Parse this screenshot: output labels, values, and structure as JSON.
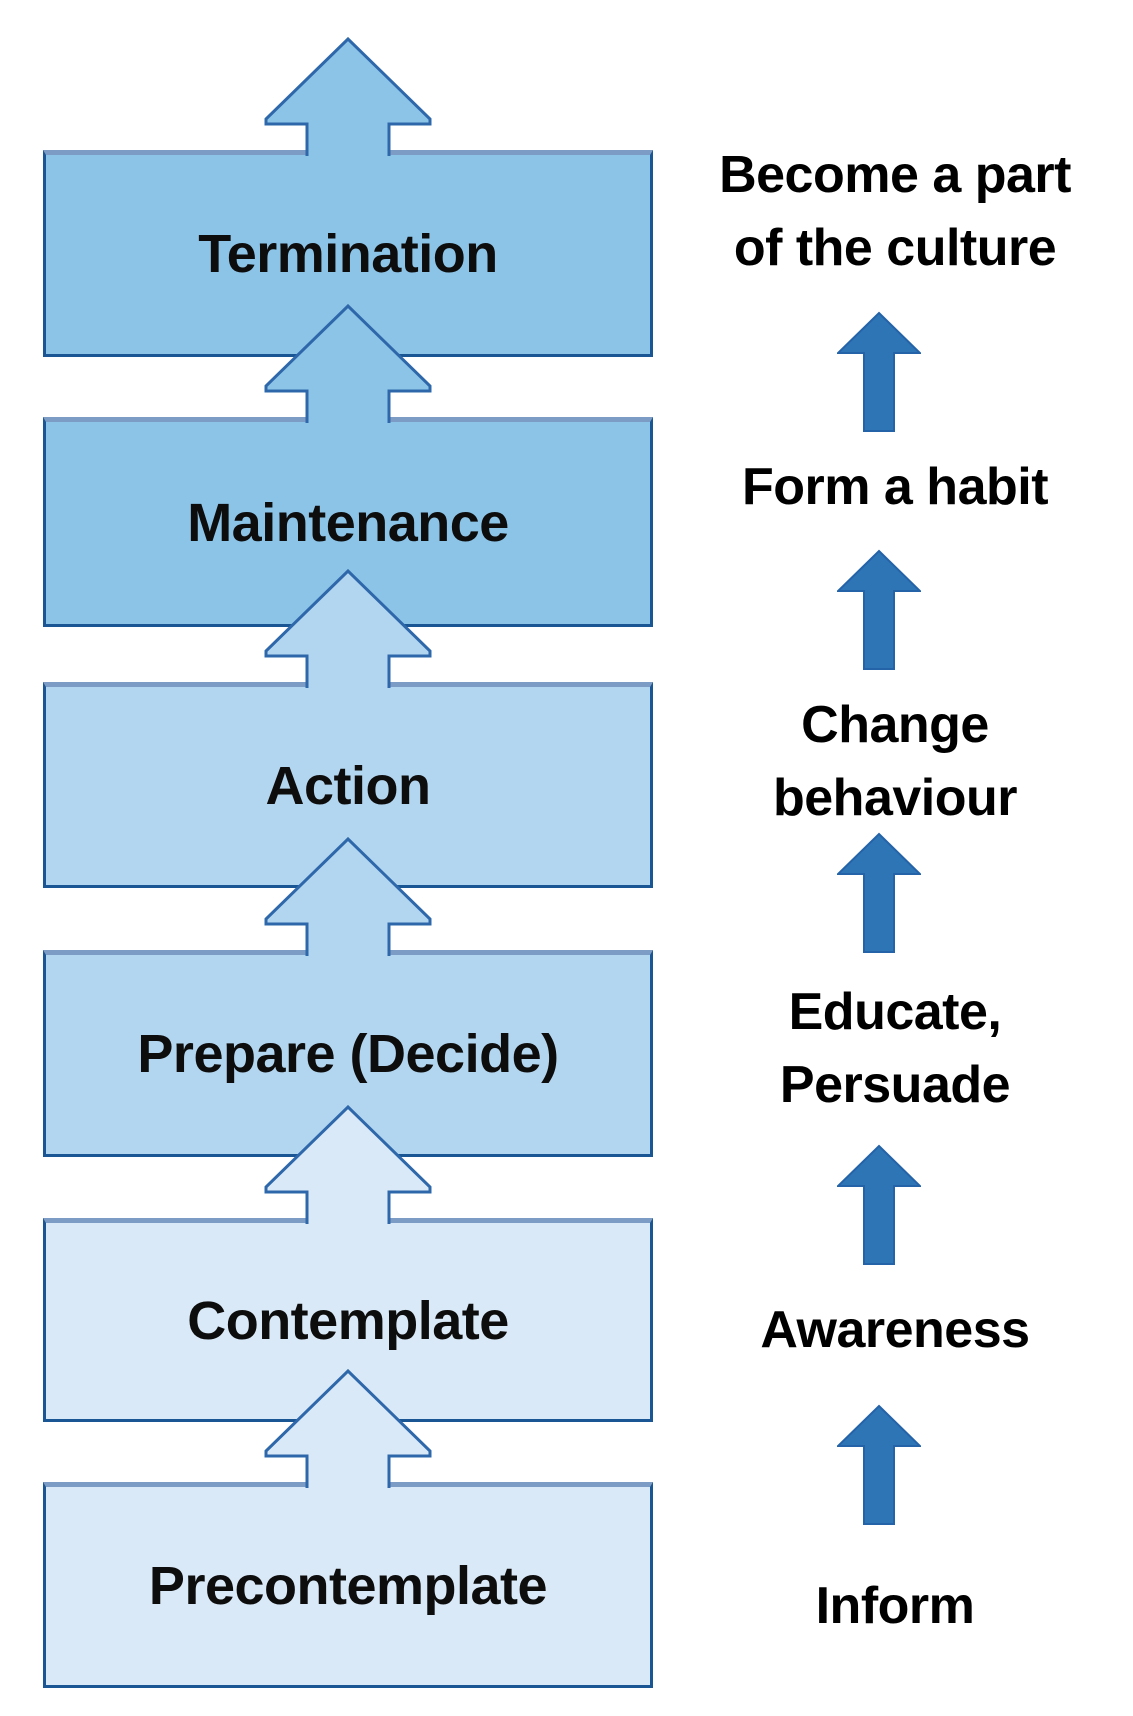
{
  "stages": [
    {
      "label": "Termination",
      "fill": "#8CC4E8"
    },
    {
      "label": "Maintenance",
      "fill": "#8CC4E8"
    },
    {
      "label": "Action",
      "fill": "#B3D6F0"
    },
    {
      "label": "Prepare (Decide)",
      "fill": "#B3D6F0"
    },
    {
      "label": "Contemplate",
      "fill": "#DAE9F7"
    },
    {
      "label": "Precontemplate",
      "fill": "#DAE9F7"
    }
  ],
  "interventions": [
    {
      "lines": [
        "Become a part",
        "of the culture"
      ]
    },
    {
      "lines": [
        "Form a habit"
      ]
    },
    {
      "lines": [
        "Change",
        "behaviour"
      ]
    },
    {
      "lines": [
        "Educate,",
        "Persuade"
      ]
    },
    {
      "lines": [
        "Awareness"
      ]
    },
    {
      "lines": [
        "Inform"
      ]
    }
  ],
  "colors": {
    "stage_fill_top": "#8CC4E8",
    "stage_fill_middle": "#B3D6F0",
    "stage_fill_bottom": "#DAE9F7",
    "stage_border": "#1A5694",
    "stage_border_top": "#7D9CC5",
    "stage_arrow_outline": "#2E68AA",
    "side_arrow_fill": "#2E75B6",
    "side_arrow_outline": "#2563A8",
    "text": "#0D0D0D",
    "background": "#FFFFFF"
  }
}
